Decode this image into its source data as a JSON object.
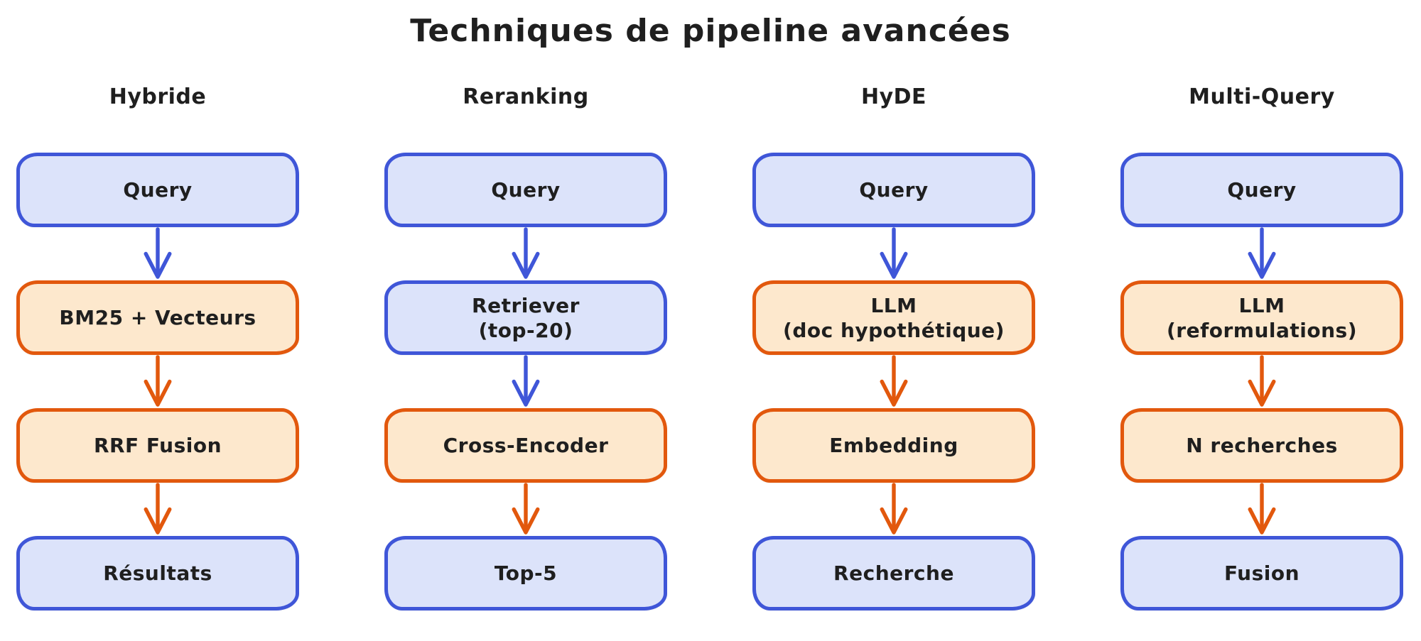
{
  "title": "Techniques de pipeline avancées",
  "colors": {
    "blue_stroke": "#3f56d8",
    "blue_fill": "#dce3fa",
    "orange_stroke": "#e2580d",
    "orange_fill": "#fde8cd",
    "text": "#1f1f1f"
  },
  "columns": [
    {
      "header": "Hybride",
      "nodes": [
        {
          "label": "Query",
          "color": "blue"
        },
        {
          "label": "BM25 + Vecteurs",
          "color": "orange"
        },
        {
          "label": "RRF Fusion",
          "color": "orange"
        },
        {
          "label": "Résultats",
          "color": "blue"
        }
      ],
      "arrows": [
        {
          "color": "blue"
        },
        {
          "color": "orange"
        },
        {
          "color": "orange"
        }
      ]
    },
    {
      "header": "Reranking",
      "nodes": [
        {
          "label": "Query",
          "color": "blue"
        },
        {
          "label": "Retriever\n(top-20)",
          "color": "blue"
        },
        {
          "label": "Cross-Encoder",
          "color": "orange"
        },
        {
          "label": "Top-5",
          "color": "blue"
        }
      ],
      "arrows": [
        {
          "color": "blue"
        },
        {
          "color": "blue"
        },
        {
          "color": "orange"
        }
      ]
    },
    {
      "header": "HyDE",
      "nodes": [
        {
          "label": "Query",
          "color": "blue"
        },
        {
          "label": "LLM\n(doc hypothétique)",
          "color": "orange"
        },
        {
          "label": "Embedding",
          "color": "orange"
        },
        {
          "label": "Recherche",
          "color": "blue"
        }
      ],
      "arrows": [
        {
          "color": "blue"
        },
        {
          "color": "orange"
        },
        {
          "color": "orange"
        }
      ]
    },
    {
      "header": "Multi-Query",
      "nodes": [
        {
          "label": "Query",
          "color": "blue"
        },
        {
          "label": "LLM\n(reformulations)",
          "color": "orange"
        },
        {
          "label": "N recherches",
          "color": "orange"
        },
        {
          "label": "Fusion",
          "color": "blue"
        }
      ],
      "arrows": [
        {
          "color": "blue"
        },
        {
          "color": "orange"
        },
        {
          "color": "orange"
        }
      ]
    }
  ]
}
